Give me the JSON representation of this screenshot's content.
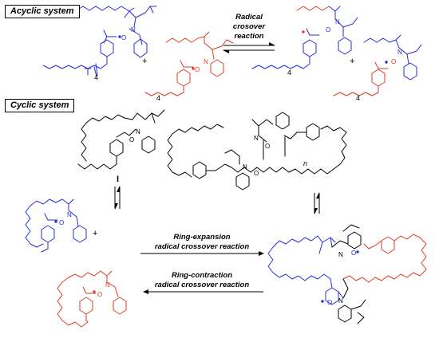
{
  "sections": {
    "acyclic": "Acyclic system",
    "cyclic": "Cyclic system"
  },
  "reactions": {
    "radical_top_line1": "Radical",
    "radical_top_line2": "crosover",
    "radical_top_line3": "reaction",
    "ring_expansion_line1": "Ring-expansion",
    "ring_expansion_line2": "radical crossover reaction",
    "ring_contraction_line1": "Ring-contraction",
    "ring_contraction_line2": "radical crossover reaction"
  },
  "labels": {
    "plus": "+",
    "compound_one": "I",
    "repeat_n": "n",
    "subscript_four": "4",
    "atom_N": "N",
    "atom_O": "O"
  },
  "colors": {
    "blue": "#2b2bd6",
    "red": "#e03a2a",
    "black": "#000000"
  }
}
